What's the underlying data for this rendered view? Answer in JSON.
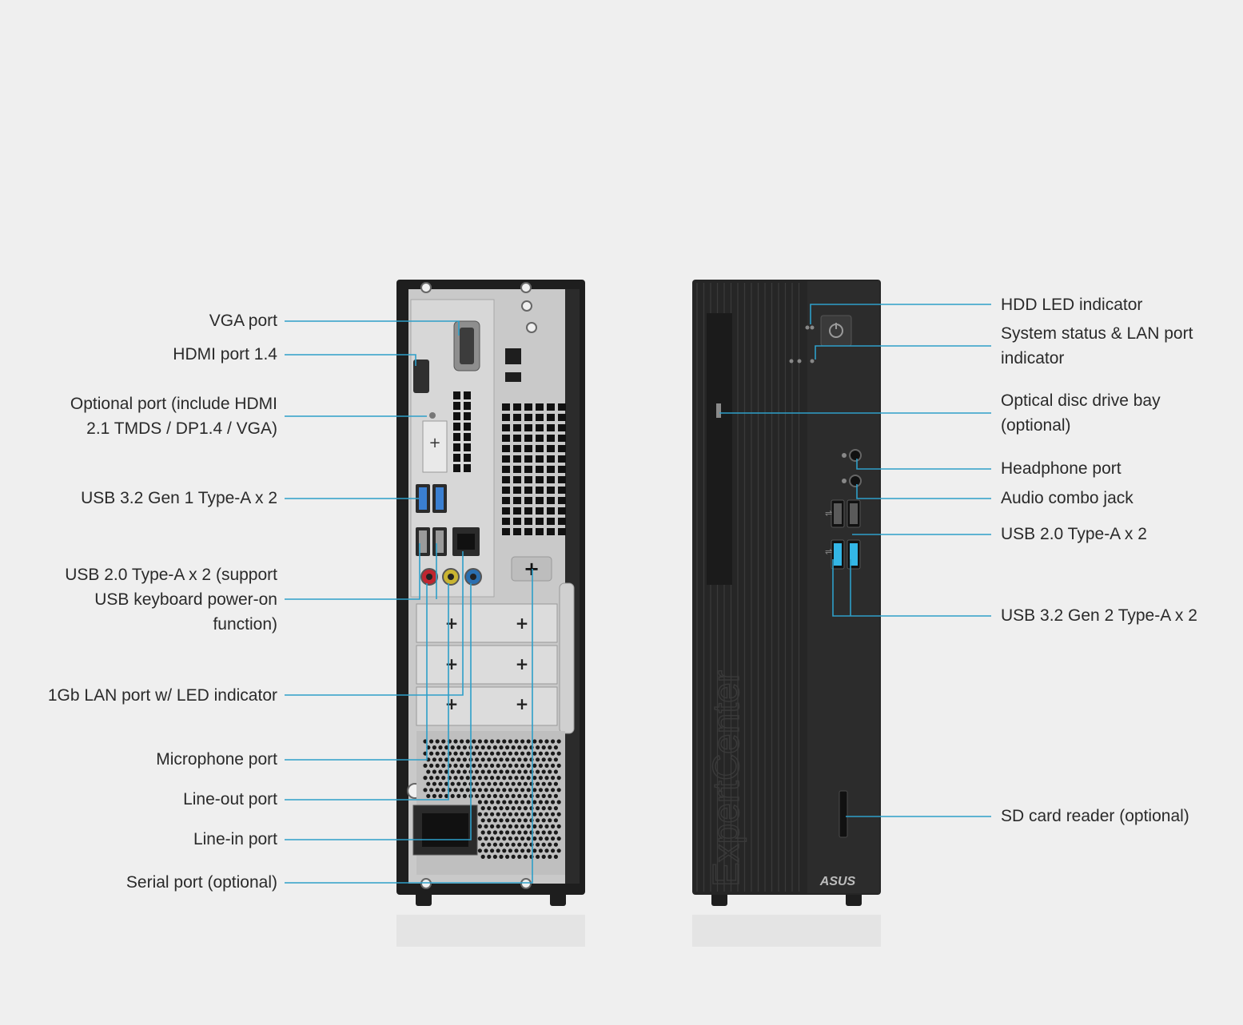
{
  "colors": {
    "background": "#efefef",
    "leader_line": "#2e9fc9",
    "chassis_black": "#1e1e1e",
    "chassis_front": "#262626",
    "rear_panel": "#c9c9c9",
    "usb3_blue": "#3a7fd1",
    "usb32gen2_cyan": "#33b6e6",
    "mic_red": "#c0252f",
    "lineout_yellow": "#c9b431",
    "linein_blue": "#2a6fb0",
    "label_text": "#2a2a2a"
  },
  "rear_labels": [
    {
      "id": "vga-port",
      "lines": [
        "VGA port"
      ]
    },
    {
      "id": "hdmi-port",
      "lines": [
        "HDMI port 1.4"
      ]
    },
    {
      "id": "optional-port",
      "lines": [
        "Optional port (include HDMI",
        "2.1 TMDS / DP1.4 / VGA)"
      ]
    },
    {
      "id": "usb32-gen1",
      "lines": [
        "USB 3.2 Gen 1 Type-A x 2"
      ]
    },
    {
      "id": "usb20-rear",
      "lines": [
        "USB 2.0 Type-A x 2 (support",
        "USB keyboard power-on",
        "function)"
      ]
    },
    {
      "id": "lan-port",
      "lines": [
        "1Gb LAN port w/ LED indicator"
      ]
    },
    {
      "id": "mic-port",
      "lines": [
        "Microphone port"
      ]
    },
    {
      "id": "line-out-port",
      "lines": [
        "Line-out port"
      ]
    },
    {
      "id": "line-in-port",
      "lines": [
        "Line-in port"
      ]
    },
    {
      "id": "serial-port",
      "lines": [
        "Serial port (optional)"
      ]
    }
  ],
  "front_labels": [
    {
      "id": "hdd-led",
      "lines": [
        "HDD LED indicator"
      ]
    },
    {
      "id": "system-status",
      "lines": [
        "System status & LAN port",
        "indicator"
      ]
    },
    {
      "id": "odd-bay",
      "lines": [
        "Optical disc drive bay",
        "(optional)"
      ]
    },
    {
      "id": "headphone-port",
      "lines": [
        "Headphone port"
      ]
    },
    {
      "id": "audio-combo",
      "lines": [
        "Audio combo jack"
      ]
    },
    {
      "id": "usb20-front",
      "lines": [
        "USB 2.0 Type-A x 2"
      ]
    },
    {
      "id": "usb32-gen2",
      "lines": [
        "USB 3.2 Gen 2 Type-A x 2"
      ]
    },
    {
      "id": "sd-reader",
      "lines": [
        "SD card reader (optional)"
      ]
    }
  ],
  "brand": {
    "logo_text": "ASUS",
    "vertical_text": "ExpertCenter"
  },
  "icons": {
    "power": "power-button-icon",
    "usb": "usb-symbol-icon",
    "screw": "screw-icon"
  }
}
